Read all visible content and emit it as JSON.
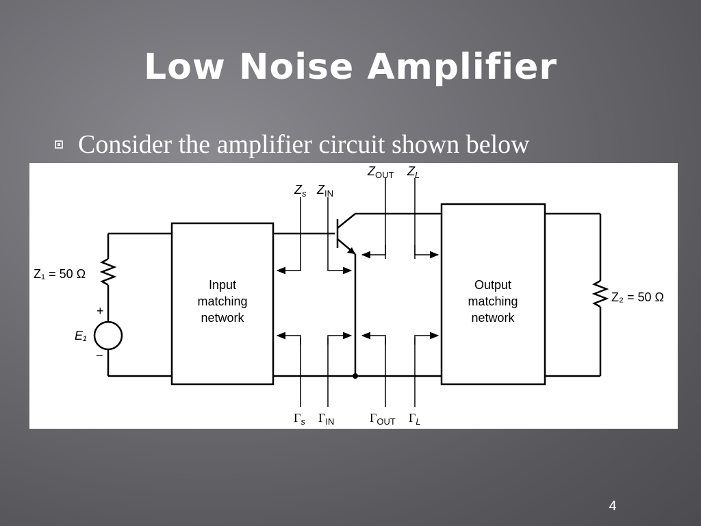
{
  "slide": {
    "title": "Low Noise Amplifier",
    "bullet": "Consider the amplifier circuit shown below",
    "page_number": "4"
  },
  "diagram": {
    "source_label": "Z₁ = 50 Ω",
    "load_label": "Z₂ = 50 Ω",
    "source_voltage": "E₁",
    "plus": "+",
    "minus": "−",
    "input_network": [
      "Input",
      "matching",
      "network"
    ],
    "output_network": [
      "Output",
      "matching",
      "network"
    ],
    "top_labels": {
      "zs": "Z",
      "zs_sub": "s",
      "zin": "Z",
      "zin_sub": "IN",
      "zout": "Z",
      "zout_sub": "OUT",
      "zl": "Z",
      "zl_sub": "L"
    },
    "bottom_labels": {
      "gs": "Γ",
      "gs_sub": "s",
      "gin": "Γ",
      "gin_sub": "IN",
      "gout": "Γ",
      "gout_sub": "OUT",
      "gl": "Γ",
      "gl_sub": "L"
    }
  }
}
